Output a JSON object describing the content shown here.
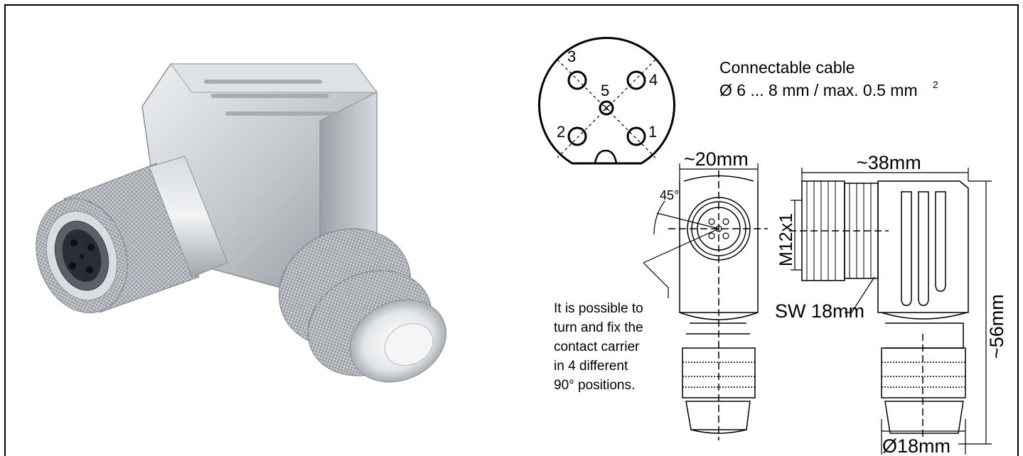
{
  "pins": {
    "p1": "1",
    "p2": "2",
    "p3": "3",
    "p4": "4",
    "p5": "5"
  },
  "cable": {
    "line1": "Connectable cable",
    "line2": "Ø 6 ... 8 mm / max. 0.5 mm",
    "superscript": "2"
  },
  "dimensions": {
    "width_front": "~20mm",
    "length_side": "~38mm",
    "height": "~56mm",
    "thread": "M12x1",
    "wrench": "SW 18mm",
    "diameter": "Ø18mm",
    "angle": "45°"
  },
  "note_lines": [
    "It is possible to",
    "turn and fix the",
    "contact carrier",
    "in 4 different",
    "90° positions."
  ],
  "colors": {
    "metal_light": "#e9ecef",
    "metal_mid": "#b9bec4",
    "metal_dark": "#7c828a",
    "socket_black": "#2a2d33"
  }
}
